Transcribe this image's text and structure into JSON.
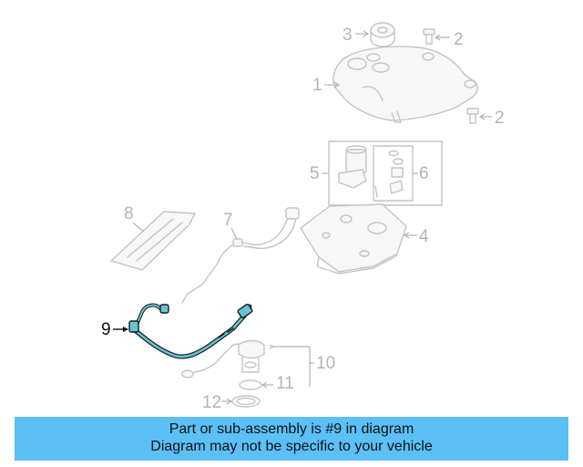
{
  "callouts": {
    "c1": "1",
    "c2a": "2",
    "c2b": "2",
    "c3": "3",
    "c4": "4",
    "c5": "5",
    "c6": "6",
    "c7": "7",
    "c8": "8",
    "c9": "9",
    "c10": "10",
    "c11": "11",
    "c12": "12"
  },
  "highlighted_part": "9",
  "colors": {
    "banner": "#5bc0f6",
    "highlight_outline": "#1a1a1a",
    "highlight_fill": "#66c4d6",
    "part_lines": "#c4c4c4"
  },
  "banner": {
    "line1": "Part or sub-assembly is #9 in diagram",
    "line2": "Diagram may not be specific to your vehicle"
  }
}
